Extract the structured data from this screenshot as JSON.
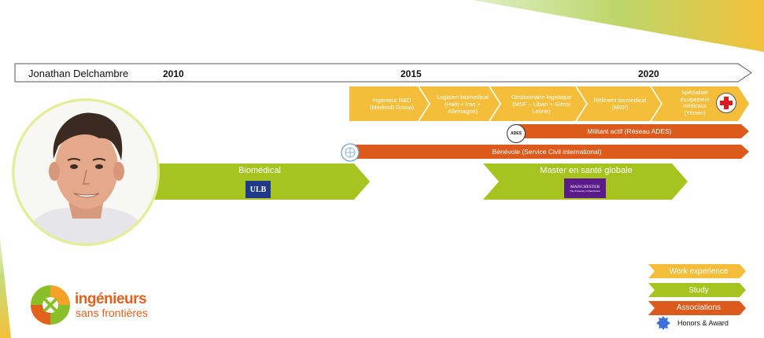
{
  "timeline": {
    "person_name": "Jonathan Delchambre",
    "years": [
      "2010",
      "2015",
      "2020"
    ]
  },
  "work_experience": [
    "Ingénieur R&D\n(Medisoft Group)",
    "Logicien biomedical\n(Haïti + Iraq +\nAllemagne)",
    "Gestionnaire logistique\n(MSF – Liban + Sierra\nLeone)",
    "Référent biomedical\n(MSF)",
    "Spécialiste\néquipement\nmédicaux\n(Yémen)"
  ],
  "associations": [
    {
      "label": "Militant actif (Réseau ADES)",
      "badge": "ADES"
    },
    {
      "label": "Bénévole (Service Civil international)"
    }
  ],
  "studies": [
    {
      "label": "Biomédical",
      "badge": "ULB"
    },
    {
      "label": "Master en santé globale",
      "badge": "MANCHESTER",
      "badge_sub": "The University of Manchester"
    }
  ],
  "legend": {
    "work": "Work experience",
    "study": "Study",
    "associations": "Associations",
    "honors": "Honors & Award"
  },
  "org_logo": {
    "line1": "ingénieurs",
    "line2": "sans frontières"
  },
  "colors": {
    "work": "#F4BE3A",
    "study": "#A6C31F",
    "associations": "#DB5A1C",
    "honors": "#3F6FD8"
  }
}
